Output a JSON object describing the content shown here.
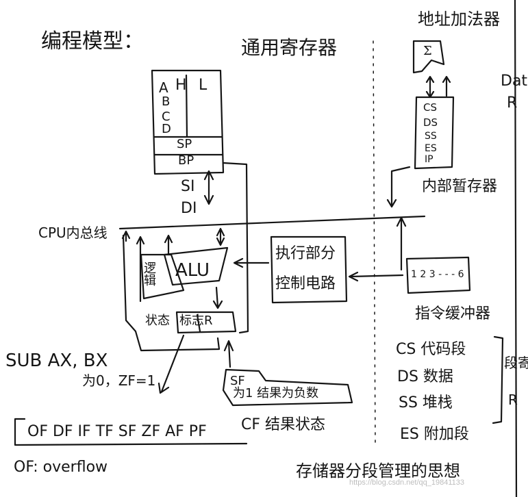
{
  "texts": {
    "programming_model": "编程模型：",
    "general_registers": "通用寄存器",
    "address_adder": "地址加法器",
    "sigma": "Σ",
    "data": "Data",
    "data_r": "R",
    "reg_a": "A",
    "reg_b": "B",
    "reg_c": "C",
    "reg_d": "D",
    "reg_h": "H",
    "reg_l": "L",
    "sp": "SP",
    "bp": "BP",
    "si": "SI",
    "di": "DI",
    "cpu_bus": "CPU内总线",
    "seg_cs": "CS",
    "seg_ds": "DS",
    "seg_ss": "SS",
    "seg_es": "ES",
    "seg_ip": "IP",
    "internal_reg": "内部暂存器",
    "alu": "ALU",
    "logic_chars": "逻辑",
    "exec_unit": "执行部分",
    "control_circuit": "控制电路",
    "queue": "1 2 3 - - - 6",
    "instr_queue": "指令缓冲器",
    "status_label": "状态",
    "flag_reg": "标志R",
    "sub_instr": "SUB AX, BX",
    "zf_note": "为0，ZF=1",
    "sf_note": "SF",
    "sf_neg": "为1  结果为负数",
    "flags": "OF DF IF TF SF ZF AF PF",
    "cf_result": "CF 结果状态",
    "of_overflow": "OF: overflow",
    "cs_code": "CS   代码段",
    "ds_data": "DS   数据",
    "ss_stack": "SS   堆栈",
    "es_extra": "ES   附加段",
    "seg_side": "段寄",
    "seg_r": "R",
    "segment_idea": "存储器分段管理的思想",
    "watermark": "https://blog.csdn.net/qq_19841133"
  }
}
